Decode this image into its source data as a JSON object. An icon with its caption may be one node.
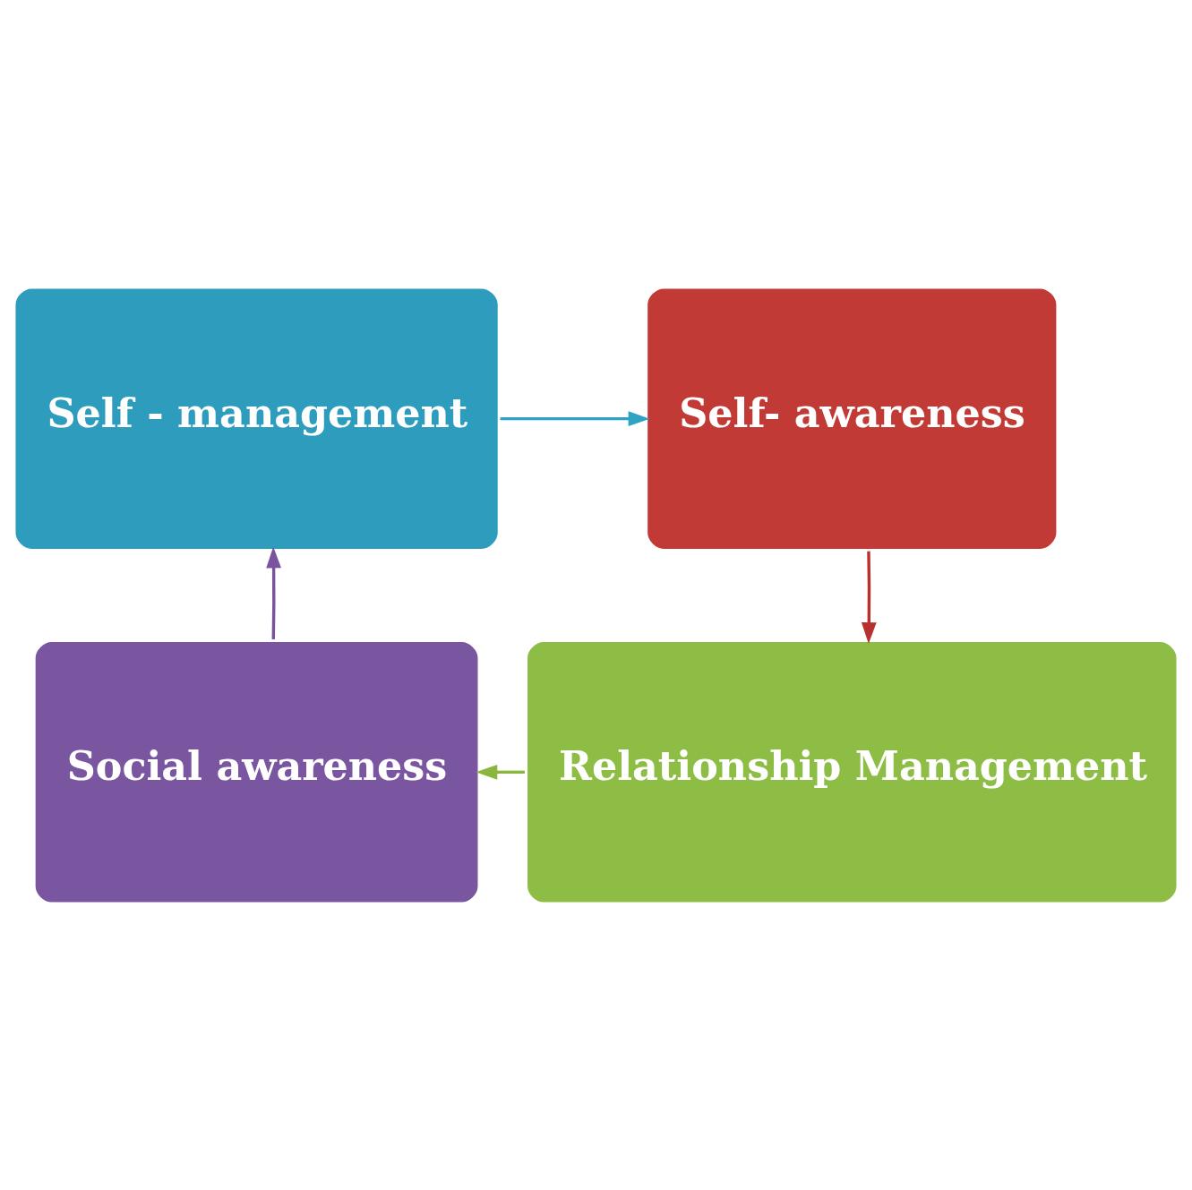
{
  "diagram": {
    "nodes": [
      {
        "text": [
          "Self - management"
        ]
      },
      {
        "text": [
          "Self- awareness"
        ]
      },
      {
        "text": [
          "Social awareness"
        ]
      },
      {
        "text": [
          "Relationship Management"
        ]
      }
    ],
    "edges": [
      {
        "from": 0,
        "to": 1,
        "arrow": "to",
        "color": "#2fa3c4"
      },
      {
        "from": 1,
        "to": 3,
        "arrow": "to",
        "color": "#b8312f"
      },
      {
        "from": 3,
        "to": 2,
        "arrow": "to",
        "color": "#8ab53f"
      },
      {
        "from": 2,
        "to": 0,
        "arrow": "to",
        "color": "#7a539e"
      }
    ]
  }
}
